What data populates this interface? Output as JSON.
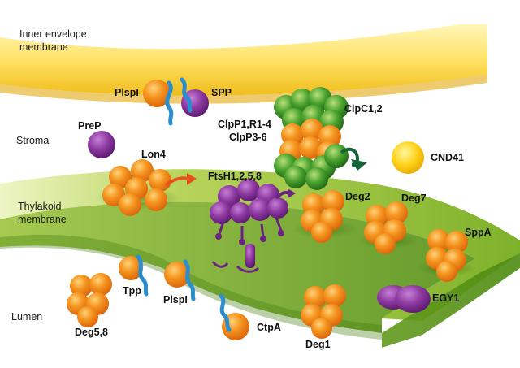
{
  "regions": {
    "inner_envelope_line1": "Inner envelope",
    "inner_envelope_line2": "membrane",
    "stroma": "Stroma",
    "thylakoid_line1": "Thylakoid",
    "thylakoid_line2": "membrane",
    "lumen": "Lumen"
  },
  "proteins": {
    "plspl_top": "PlspI",
    "spp": "SPP",
    "prep": "PreP",
    "lon4": "Lon4",
    "clpc": "ClpC1,2",
    "clpp_line1": "ClpP1,R1-4",
    "clpp_line2": "ClpP3-6",
    "cnd41": "CND41",
    "ftsh": "FtsH1,2,5,8",
    "deg2": "Deg2",
    "deg7": "Deg7",
    "sppa": "SppA",
    "egy1": "EGY1",
    "tpp": "Tpp",
    "plspl_bottom": "PlspI",
    "deg58": "Deg5,8",
    "ctpa": "CtpA",
    "deg1": "Deg1"
  },
  "colors": {
    "envelope_light": "#fff3a8",
    "envelope_dark": "#f2c417",
    "thylakoid_light": "#d9e88a",
    "thylakoid_dark": "#4f8a12",
    "protease_orange": "#f07f12",
    "protease_purple": "#7b2a8f",
    "clpc_green": "#2e8b1e",
    "cnd41_yellow": "#f7c600",
    "signal_blue": "#2a8fd0",
    "arrow_red": "#e8501c",
    "arrow_green": "#17633a"
  }
}
